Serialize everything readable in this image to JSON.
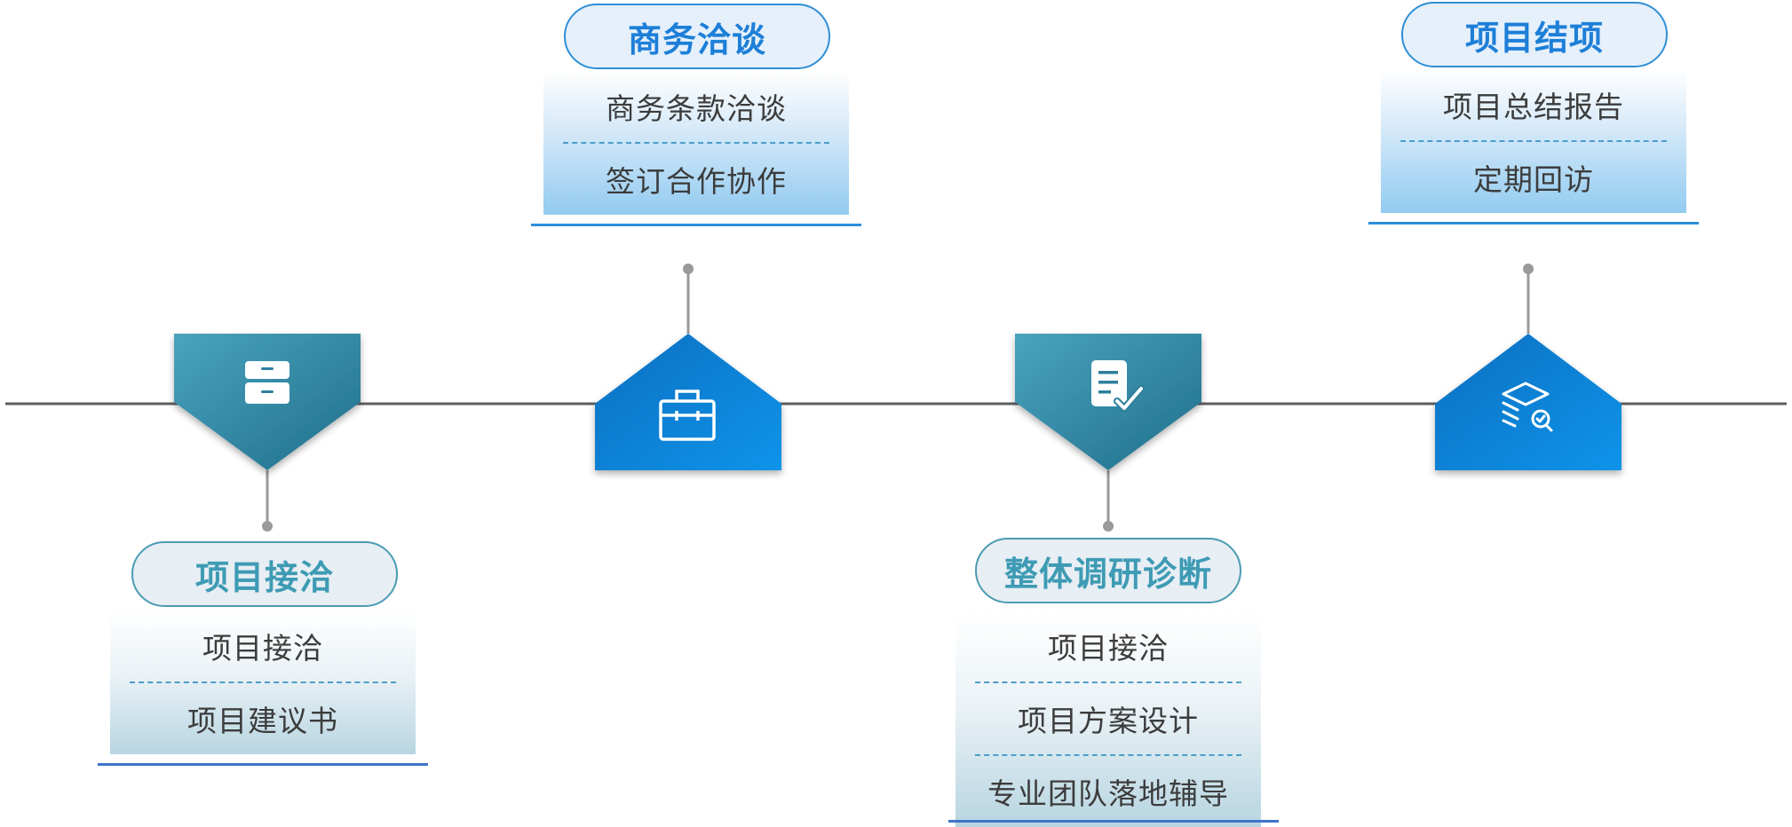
{
  "stages": [
    {
      "title": "项目接洽",
      "icon": "archive-drawer-icon",
      "items": [
        "项目接洽",
        "项目建议书"
      ]
    },
    {
      "title": "商务洽谈",
      "icon": "briefcase-icon",
      "items": [
        "商务条款洽谈",
        "签订合作协作"
      ]
    },
    {
      "title": "整体调研诊断",
      "icon": "document-check-icon",
      "items": [
        "项目接洽",
        "项目方案设计",
        "专业团队落地辅导"
      ]
    },
    {
      "title": "项目结项",
      "icon": "layers-search-icon",
      "items": [
        "项目总结报告",
        "定期回访"
      ]
    }
  ],
  "colors": {
    "teal_light": "#4aa3bd",
    "teal_dark": "#1f6f8b",
    "blue_light": "#0c74c6",
    "blue_dark": "#0a8fe6",
    "line": "#666666",
    "connector": "#9a9a9a"
  }
}
